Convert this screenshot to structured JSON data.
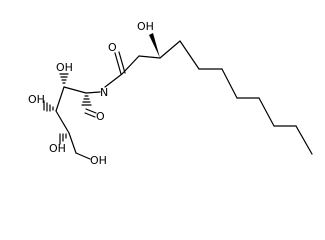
{
  "molecule": {
    "atom_labels": {
      "oh_top": "OH",
      "amide_o": "O",
      "oh_c3": "OH",
      "nh": "N",
      "oh_c4": "OH",
      "aldehyde_o": "O",
      "oh_c5": "OH",
      "oh_c6": "OH"
    }
  }
}
